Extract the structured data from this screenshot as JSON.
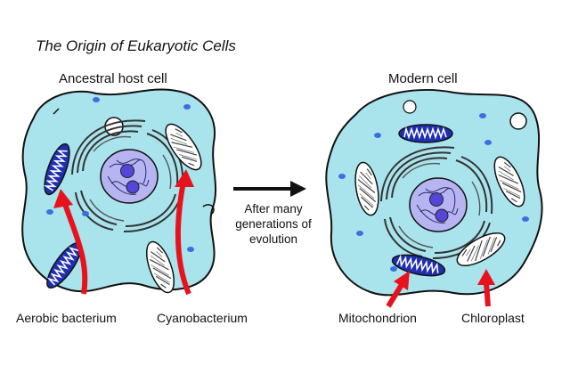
{
  "title": "The Origin of Eukaryotic Cells",
  "ancestral_label": "Ancestral host cell",
  "modern_label": "Modern cell",
  "transition_text": "After many generations of evolution",
  "labels": {
    "aerobic": "Aerobic bacterium",
    "cyano": "Cyanobacterium",
    "mito": "Mitochondrion",
    "chloro": "Chloroplast"
  },
  "colors": {
    "cytoplasm": "#a9e3ec",
    "nucleus": "#b7b4f2",
    "nucleolus": "#5346d8",
    "organelle_blue": "#1f2fb0",
    "arrow_red": "#e8121d",
    "outline": "#111111"
  }
}
